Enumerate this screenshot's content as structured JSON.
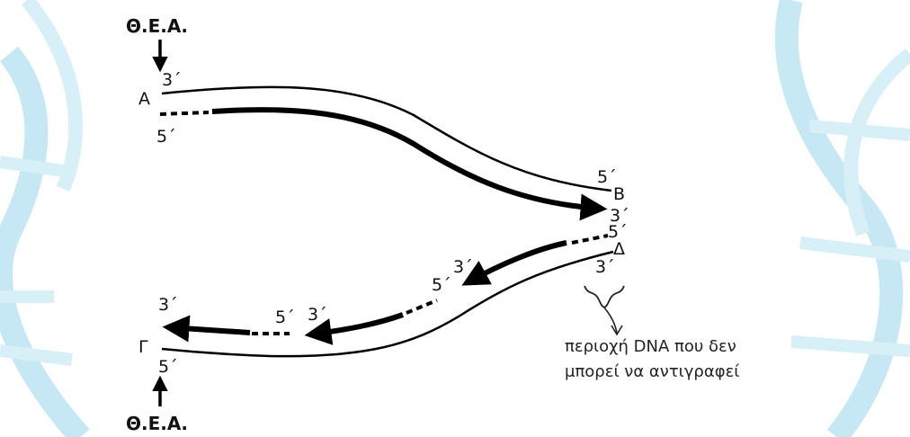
{
  "origin_label": "Θ.Ε.Α.",
  "points": {
    "A": "Α",
    "B": "Β",
    "G": "Γ",
    "D": "Δ"
  },
  "ends": {
    "three_prime": "3΄",
    "five_prime": "5΄"
  },
  "annotation": {
    "line1": "περιοχή DNA που δεν",
    "line2": "μπορεί να αντιγραφεί"
  },
  "colors": {
    "strand": "#000000",
    "helix_bg": "#5bc0e0"
  }
}
